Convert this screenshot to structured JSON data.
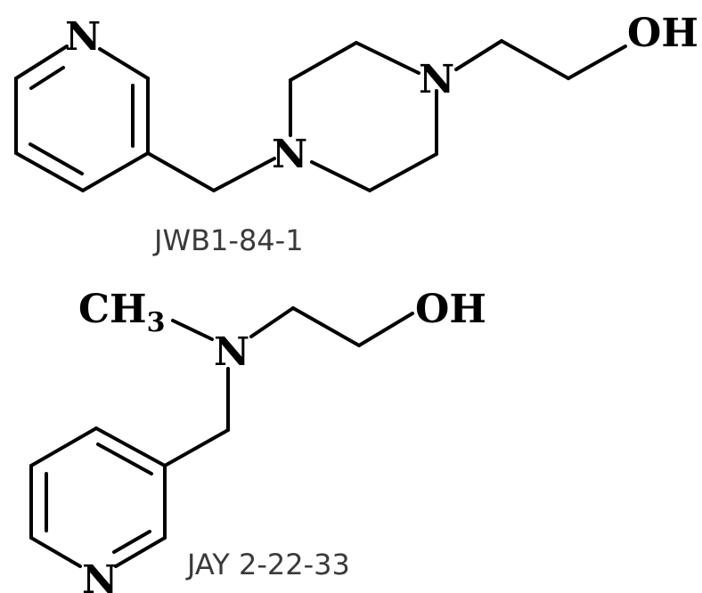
{
  "molecules": [
    {
      "caption": "JWB1-84-1",
      "atoms": {
        "pyridine_n": "N",
        "piperazine_n1": "N",
        "piperazine_n2": "N",
        "hydroxyl": "OH"
      }
    },
    {
      "caption": "JAY 2-22-33",
      "atoms": {
        "methyl": "CH",
        "methyl_sub": "3",
        "amine_n": "N",
        "hydroxyl": "OH",
        "pyridine_n": "N"
      }
    }
  ],
  "colors": {
    "bond": "#000000",
    "caption": "#3a3a3a",
    "background": "#ffffff"
  }
}
